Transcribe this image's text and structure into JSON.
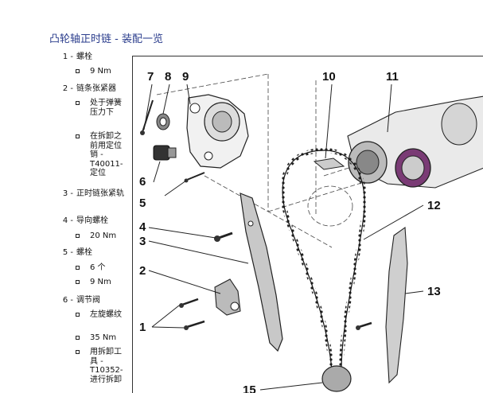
{
  "page": {
    "title": "凸轮轴正时链 - 装配一览"
  },
  "sidebar": {
    "items": [
      {
        "num": "1 -",
        "label": "螺栓",
        "subs": [
          "9 Nm"
        ]
      },
      {
        "num": "2 -",
        "label": "链条张紧器",
        "subs": [
          "处于弹簧压力下",
          "在拆卸之前用定位销 -T40011-定位"
        ]
      },
      {
        "num": "3 -",
        "label": "正时链张紧轨",
        "subs": []
      },
      {
        "num": "4 -",
        "label": "导向螺栓",
        "subs": [
          "20 Nm"
        ]
      },
      {
        "num": "5 -",
        "label": "螺栓",
        "subs": [
          "6 个",
          "9 Nm"
        ]
      },
      {
        "num": "6 -",
        "label": "调节阀",
        "subs": [
          "左旋螺纹",
          "35 Nm",
          "用拆卸工具 -T10352-进行拆卸"
        ]
      }
    ]
  },
  "figure": {
    "labels": [
      "7",
      "8",
      "9",
      "10",
      "11",
      "6",
      "5",
      "4",
      "3",
      "2",
      "1",
      "12",
      "13",
      "15"
    ]
  }
}
